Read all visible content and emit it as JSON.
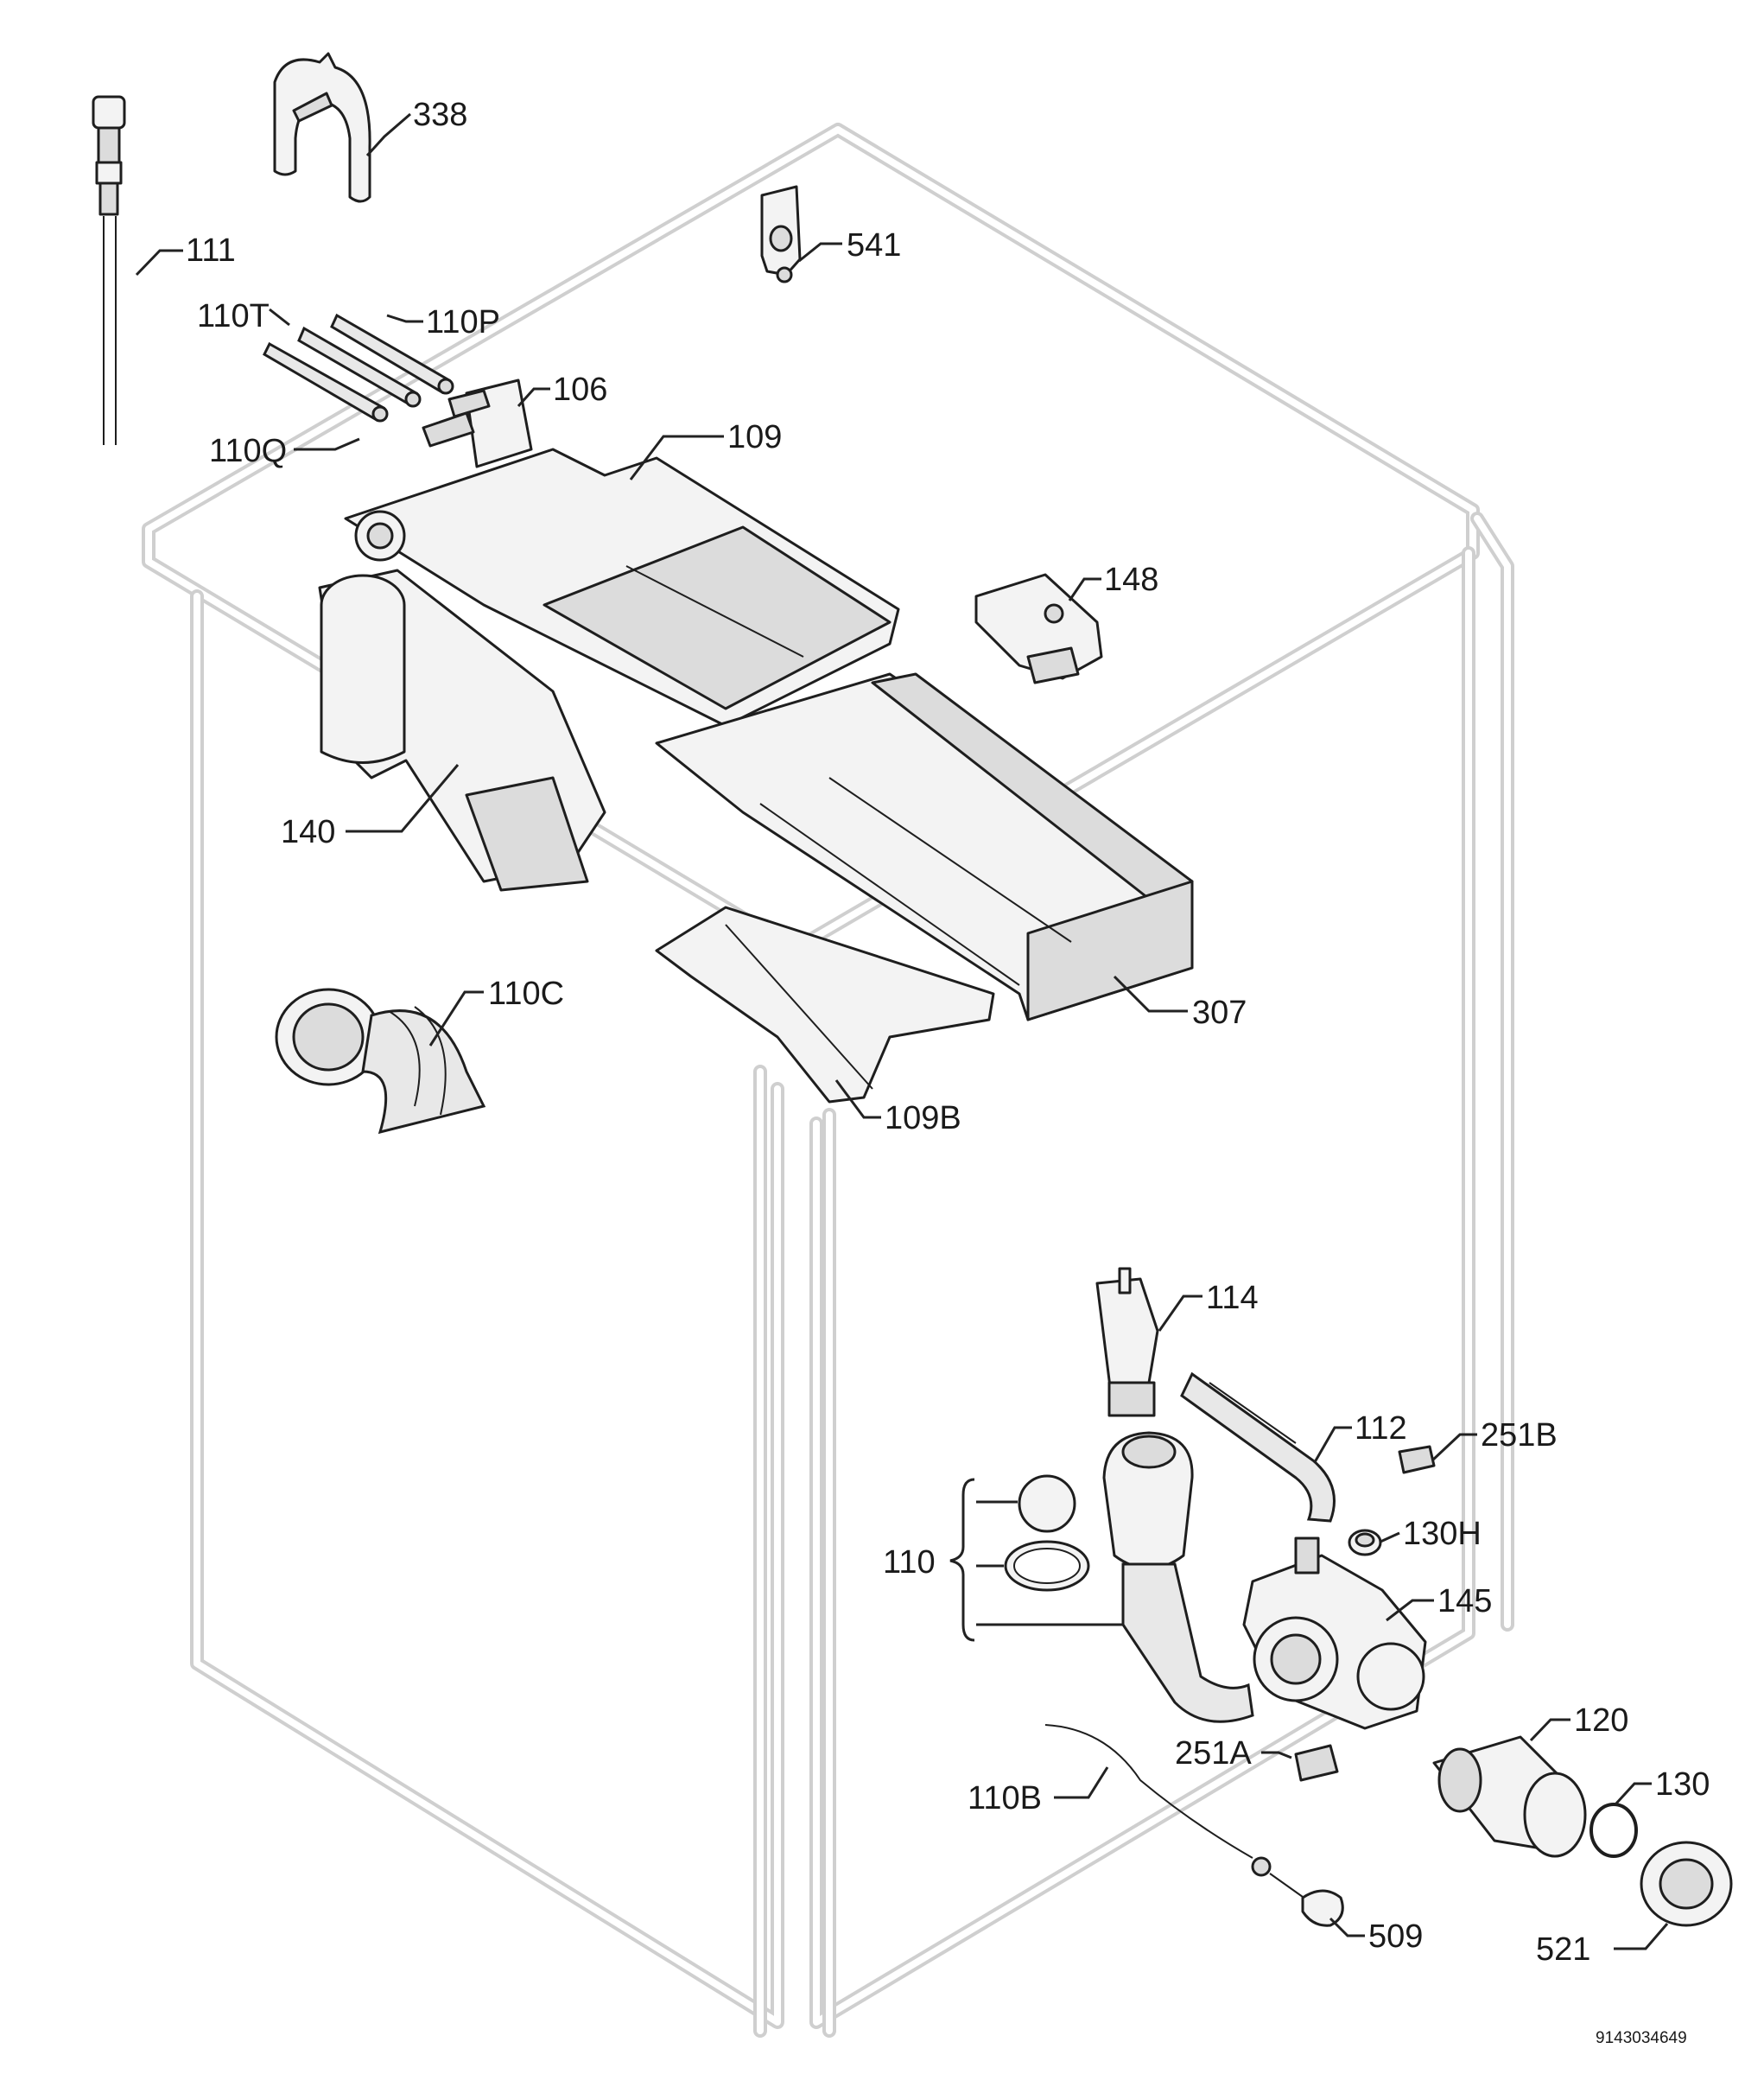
{
  "document_id": "9143034649",
  "callouts": {
    "p338": "338",
    "p111": "111",
    "p541": "541",
    "p110T": "110T",
    "p110P": "110P",
    "p106": "106",
    "p110Q": "110Q",
    "p109": "109",
    "p148": "148",
    "p140": "140",
    "p110C": "110C",
    "p307": "307",
    "p109B": "109B",
    "p114": "114",
    "p112": "112",
    "p251B": "251B",
    "p110": "110",
    "p130H": "130H",
    "p145": "145",
    "p120": "120",
    "p251A": "251A",
    "p130": "130",
    "p110B": "110B",
    "p509": "509",
    "p521": "521"
  }
}
